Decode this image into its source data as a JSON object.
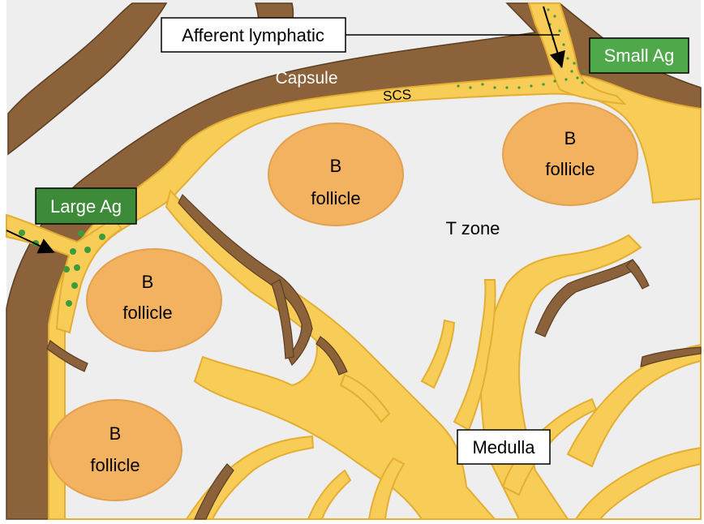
{
  "labels": {
    "afferent": "Afferent lymphatic",
    "small_ag": "Small Ag",
    "large_ag": "Large Ag",
    "capsule": "Capsule",
    "scs": "SCS",
    "t_zone": "T zone",
    "medulla": "Medulla",
    "b_follicle_line1": "B",
    "b_follicle_line2": "follicle"
  },
  "colors": {
    "capsule": "#8B6239",
    "lymph": "#F7CD57",
    "lymph_edge": "#E3AE31",
    "follicle": "#F2B260",
    "follicle_edge": "#E2A150",
    "interior": "#EEEEEE",
    "antigen_badge": "#3D8B38",
    "antigen_badge_light": "#4FA84A",
    "antigen_dot": "#3E9A3B"
  }
}
